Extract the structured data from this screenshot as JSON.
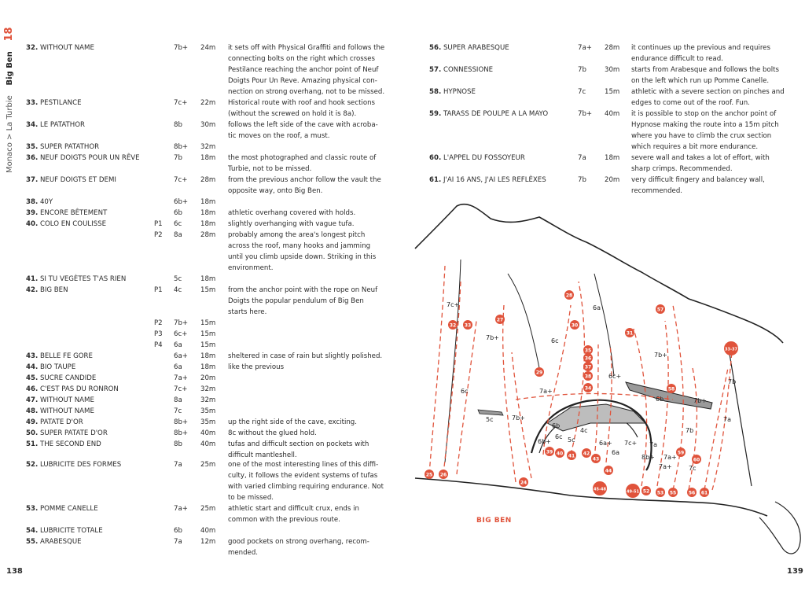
{
  "side_label": {
    "breadcrumb": "Monaco > La Turbie",
    "sector": "Big Ben",
    "chapter_number": "18"
  },
  "left_page_number": "138",
  "right_page_number": "139",
  "topo_title": "BIG BEN",
  "left_routes": [
    {
      "num": "32.",
      "name": "WITHOUT NAME",
      "pitch": "",
      "grade": "7b+",
      "length": "24m",
      "desc": "it sets off with Physical Graffiti and follows the connecting bolts on the right which crosses Pestilance reaching the anchor point of Neuf Doigts Pour Un Reve. Amazing physical con-nection on strong overhang, not to be missed."
    },
    {
      "num": "33.",
      "name": "PESTILANCE",
      "pitch": "",
      "grade": "7c+",
      "length": "22m",
      "desc": "Historical route with roof and hook sections (without the screwed on hold it is 8a)."
    },
    {
      "num": "34.",
      "name": "LE PATATHOR",
      "pitch": "",
      "grade": "8b",
      "length": "30m",
      "desc": "follows the left side of the cave with acroba-tic moves on the roof, a must."
    },
    {
      "num": "35.",
      "name": "SUPER PATATHOR",
      "pitch": "",
      "grade": "8b+",
      "length": "32m",
      "desc": ""
    },
    {
      "num": "36.",
      "name": "NEUF DOIGTS POUR UN RÊVE",
      "pitch": "",
      "grade": "7b",
      "length": "18m",
      "desc": "the most photographed and classic route of Turbie, not to be missed."
    },
    {
      "num": "37.",
      "name": "NEUF DOIGTS ET DEMI",
      "pitch": "",
      "grade": "7c+",
      "length": "28m",
      "desc": "from the previous anchor follow the vault the opposite way, onto Big Ben."
    },
    {
      "num": "38.",
      "name": "40Y",
      "pitch": "",
      "grade": "6b+",
      "length": "18m",
      "desc": ""
    },
    {
      "num": "39.",
      "name": "ENCORE BÊTEMENT",
      "pitch": "",
      "grade": "6b",
      "length": "18m",
      "desc": "athletic overhang covered with holds."
    },
    {
      "num": "40.",
      "name": "COLO EN COULISSE",
      "pitch": "P1",
      "grade": "6c",
      "length": "18m",
      "desc": "slightly overhanging with vague tufa."
    },
    {
      "num": "",
      "name": "",
      "pitch": "P2",
      "grade": "8a",
      "length": "28m",
      "desc": "probably among the area's longest pitch across the roof, many hooks and jamming until you climb upside down. Striking in this environment."
    },
    {
      "num": "41.",
      "name": "SI TU VEGÈTES T'AS RIEN",
      "pitch": "",
      "grade": "5c",
      "length": "18m",
      "desc": ""
    },
    {
      "num": "42.",
      "name": "BIG BEN",
      "pitch": "P1",
      "grade": "4c",
      "length": "15m",
      "desc": "from the anchor point with the rope on Neuf Doigts the popular pendulum of Big Ben starts here."
    },
    {
      "num": "",
      "name": "",
      "pitch": "P2",
      "grade": "7b+",
      "length": "15m",
      "desc": ""
    },
    {
      "num": "",
      "name": "",
      "pitch": "P3",
      "grade": "6c+",
      "length": "15m",
      "desc": ""
    },
    {
      "num": "",
      "name": "",
      "pitch": "P4",
      "grade": "6a",
      "length": "15m",
      "desc": ""
    },
    {
      "num": "43.",
      "name": "BELLE FE GORE",
      "pitch": "",
      "grade": "6a+",
      "length": "18m",
      "desc": "sheltered in case of rain but slightly polished."
    },
    {
      "num": "44.",
      "name": "BIO TAUPE",
      "pitch": "",
      "grade": "6a",
      "length": "18m",
      "desc": "like the previous"
    },
    {
      "num": "45.",
      "name": "SUCRE CANDIDE",
      "pitch": "",
      "grade": "7a+",
      "length": "20m",
      "desc": ""
    },
    {
      "num": "46.",
      "name": "C'EST PAS DU RONRON",
      "pitch": "",
      "grade": "7c+",
      "length": "32m",
      "desc": ""
    },
    {
      "num": "47.",
      "name": "WITHOUT NAME",
      "pitch": "",
      "grade": "8a",
      "length": "32m",
      "desc": ""
    },
    {
      "num": "48.",
      "name": "WITHOUT NAME",
      "pitch": "",
      "grade": "7c",
      "length": "35m",
      "desc": ""
    },
    {
      "num": "49.",
      "name": "PATATE D'OR",
      "pitch": "",
      "grade": "8b+",
      "length": "35m",
      "desc": "up the right side of the cave, exciting."
    },
    {
      "num": "50.",
      "name": "SUPER PATATE D'OR",
      "pitch": "",
      "grade": "8b+",
      "length": "40m",
      "desc": "8c without the glued hold."
    },
    {
      "num": "51.",
      "name": "THE SECOND END",
      "pitch": "",
      "grade": "8b",
      "length": "40m",
      "desc": "tufas and difficult section on pockets with difficult mantleshell."
    },
    {
      "num": "52.",
      "name": "LUBRICITE DES FORMES",
      "pitch": "",
      "grade": "7a",
      "length": "25m",
      "desc": "one of the most interesting lines of this diffi-culty, it follows the evident systems of tufas with varied climbing requiring endurance. Not to be missed."
    },
    {
      "num": "53.",
      "name": "POMME CANELLE",
      "pitch": "",
      "grade": "7a+",
      "length": "25m",
      "desc": "athletic start and difficult crux, ends in common with the previous route."
    },
    {
      "num": "54.",
      "name": "LUBRICITE TOTALE",
      "pitch": "",
      "grade": "6b",
      "length": "40m",
      "desc": ""
    },
    {
      "num": "55.",
      "name": "ARABESQUE",
      "pitch": "",
      "grade": "7a",
      "length": "12m",
      "desc": "good pockets on strong overhang, recom-mended."
    }
  ],
  "right_routes": [
    {
      "num": "56.",
      "name": "SUPER ARABESQUE",
      "grade": "7a+",
      "length": "28m",
      "desc": "it continues up the previous and requires endurance difficult to read."
    },
    {
      "num": "57.",
      "name": "CONNESSIONE",
      "grade": "7b",
      "length": "30m",
      "desc": "starts from Arabesque and follows the bolts on the left which run up Pomme Canelle."
    },
    {
      "num": "58.",
      "name": "HYPNOSE",
      "grade": "7c",
      "length": "15m",
      "desc": "athletic with a severe section on pinches and edges to come out of the roof. Fun."
    },
    {
      "num": "59.",
      "name": "TARASS DE POULPE A LA MAYO",
      "grade": "7b+",
      "length": "40m",
      "desc": "it is possible to stop on the anchor point of Hypnose making the route into a 15m pitch where you have to climb the crux section which requires a bit more endurance."
    },
    {
      "num": "60.",
      "name": "L'APPEL DU FOSSOYEUR",
      "grade": "7a",
      "length": "18m",
      "desc": "severe wall and takes a lot of effort, with sharp crimps. Recommended."
    },
    {
      "num": "61.",
      "name": "J'AI 16 ANS, J'AI LES REFLÈXES",
      "grade": "7b",
      "length": "20m",
      "desc": "very difficult fingery and balancey wall, recommended."
    }
  ],
  "topo_grades": [
    "7c+",
    "7b+",
    "6a",
    "6c",
    "6c+",
    "6c",
    "7a+",
    "5c",
    "7b+",
    "6b+",
    "6b",
    "6c",
    "5c",
    "4c",
    "6a+",
    "6a",
    "7c+",
    "8b+",
    "7a",
    "7a+",
    "7b",
    "7c",
    "7b+",
    "7a",
    "7b",
    "6b",
    "7a+",
    "7b+"
  ],
  "topo_markers": [
    "32",
    "33",
    "28",
    "27",
    "29",
    "30",
    "31",
    "34",
    "35",
    "36",
    "37",
    "38",
    "39",
    "40",
    "41",
    "42",
    "43",
    "44",
    "45-48",
    "49-51",
    "52",
    "53",
    "55",
    "56",
    "57",
    "58",
    "59",
    "60",
    "61",
    "33-37",
    "24",
    "25",
    "26"
  ],
  "accent_color": "#e0533b"
}
